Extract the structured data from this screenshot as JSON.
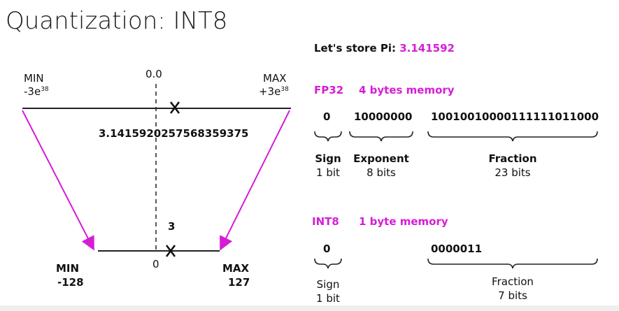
{
  "title": "Quantization: INT8",
  "store": {
    "prefix": "Let's store Pi: ",
    "value": "3.141592"
  },
  "fp32_range": {
    "min_label": "MIN",
    "min_value": "-3e",
    "min_exp": "38",
    "max_label": "MAX",
    "max_value": "+3e",
    "max_exp": "38",
    "zero": "0.0",
    "stored_value": "3.1415920257568359375"
  },
  "int8_range": {
    "min_label": "MIN",
    "min_value": "-128",
    "max_label": "MAX",
    "max_value": "127",
    "zero": "0",
    "stored_value": "3"
  },
  "fp32": {
    "type": "FP32",
    "memory": "4 bytes memory",
    "sign_bits": "0",
    "exponent_bits": "10000000",
    "fraction_bits": "10010010000111111011000",
    "sign_label": "Sign",
    "sign_size": "1 bit",
    "exponent_label": "Exponent",
    "exponent_size": "8 bits",
    "fraction_label": "Fraction",
    "fraction_size": "23 bits"
  },
  "int8": {
    "type": "INT8",
    "memory": "1 byte memory",
    "sign_bits": "0",
    "fraction_bits": "0000011",
    "sign_label": "Sign",
    "sign_size": "1 bit",
    "fraction_label": "Fraction",
    "fraction_size": "7 bits"
  },
  "colors": {
    "accent": "#d61dd6",
    "text": "#111111"
  }
}
